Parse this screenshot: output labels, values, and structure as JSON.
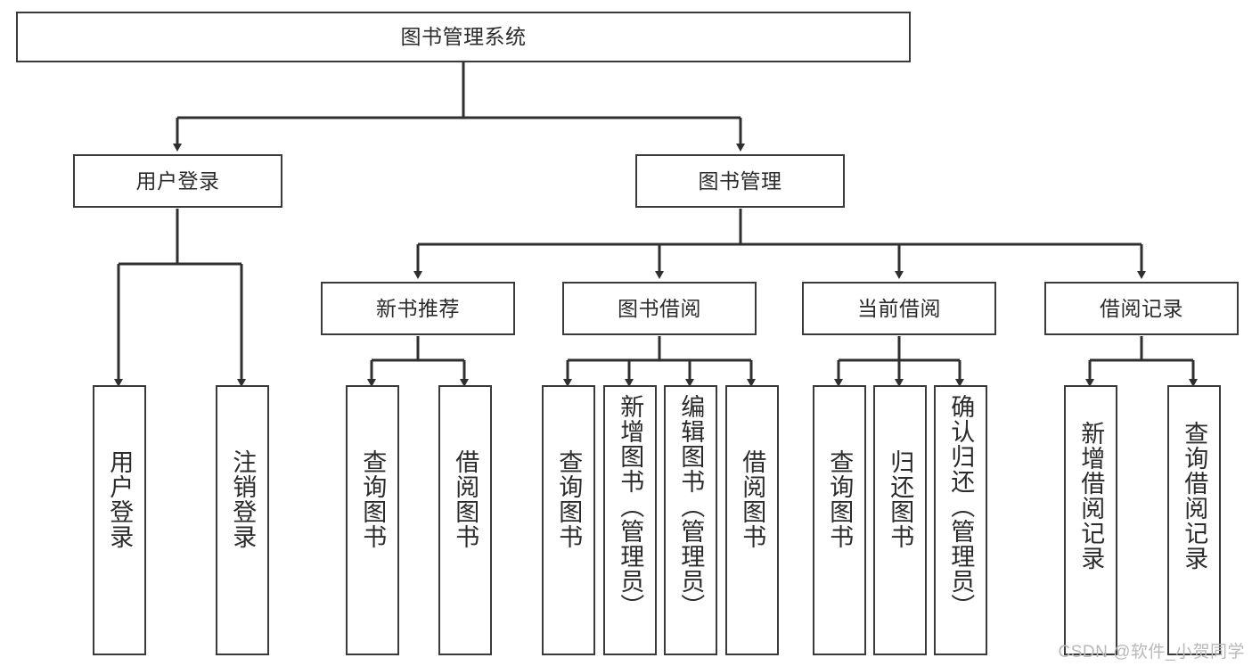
{
  "diagram": {
    "title": "图书管理系统",
    "type": "tree-hierarchy",
    "watermark": "CSDN @软件_小贺同学",
    "colors": {
      "background": "#ffffff",
      "box_border": "#3a3a3a",
      "box_fill": "#ffffff",
      "text": "#2b2b2b",
      "edge": "#2f2f2f",
      "watermark": "#b9b9b9"
    },
    "nodes": {
      "root": {
        "label": "图书管理系统"
      },
      "level2": [
        {
          "id": "user-login",
          "label": "用户登录"
        },
        {
          "id": "book-manage",
          "label": "图书管理"
        }
      ],
      "level3": [
        {
          "id": "new-book-recommend",
          "label": "新书推荐"
        },
        {
          "id": "book-borrow",
          "label": "图书借阅"
        },
        {
          "id": "current-borrow",
          "label": "当前借阅"
        },
        {
          "id": "borrow-record",
          "label": "借阅记录"
        }
      ],
      "leaves": {
        "user-login": [
          {
            "id": "leaf-user-login",
            "label": "用户登录"
          },
          {
            "id": "leaf-logout-login",
            "label": "注销登录"
          }
        ],
        "new-book-recommend": [
          {
            "id": "leaf-query-book-1",
            "label": "查询图书"
          },
          {
            "id": "leaf-borrow-book-1",
            "label": "借阅图书"
          }
        ],
        "book-borrow": [
          {
            "id": "leaf-query-book-2",
            "label": "查询图书"
          },
          {
            "id": "leaf-add-book",
            "label": "新增图书（管理员）"
          },
          {
            "id": "leaf-edit-book",
            "label": "编辑图书（管理员）"
          },
          {
            "id": "leaf-borrow-book-2",
            "label": "借阅图书"
          }
        ],
        "current-borrow": [
          {
            "id": "leaf-query-book-3",
            "label": "查询图书"
          },
          {
            "id": "leaf-return-book",
            "label": "归还图书"
          },
          {
            "id": "leaf-confirm-return",
            "label": "确认归还（管理员）"
          }
        ],
        "borrow-record": [
          {
            "id": "leaf-add-record",
            "label": "新增借阅记录"
          },
          {
            "id": "leaf-query-record",
            "label": "查询借阅记录"
          }
        ]
      }
    }
  }
}
